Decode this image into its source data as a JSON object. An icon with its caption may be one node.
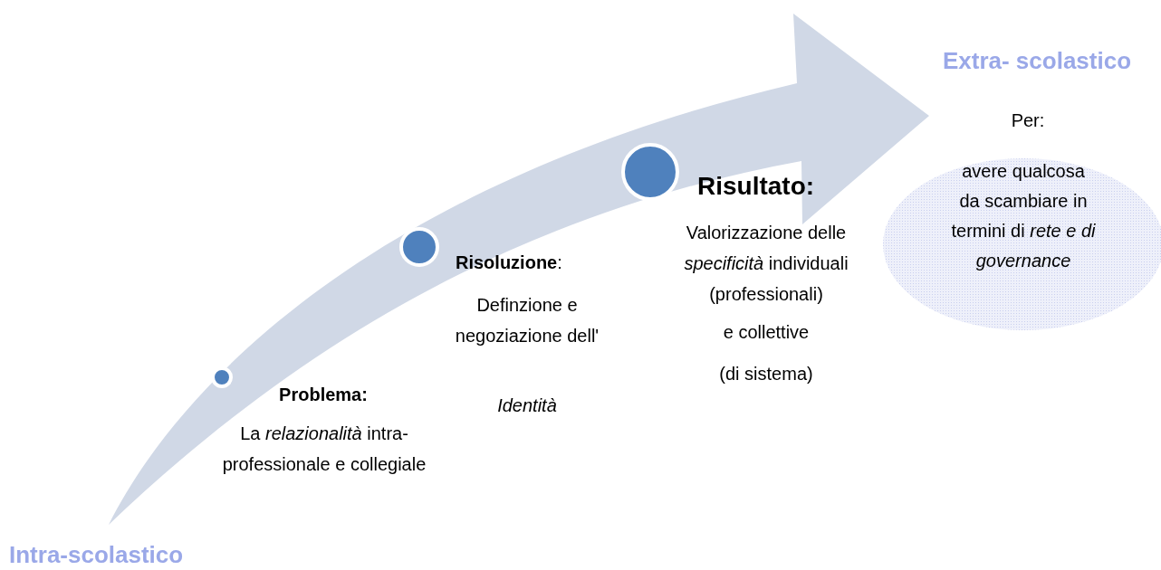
{
  "diagram": {
    "nodes": [
      {
        "text": [
          "avere qualcosa da scambiare in termini di *rete e di governance*"
        ]
      }
    ],
    "labels": [
      "Extra- scolastico",
      "Per:",
      "Risultato:",
      "Valorizzazione delle *specificità* individuali (professionali)",
      "e collettive",
      "(di sistema)",
      "**Risoluzione**:",
      "Definzione e negoziazione dell'",
      "Identità",
      "Problema:",
      "La *relazionalità* intra-professionale e collegiale",
      "Intra-scolastico"
    ]
  }
}
